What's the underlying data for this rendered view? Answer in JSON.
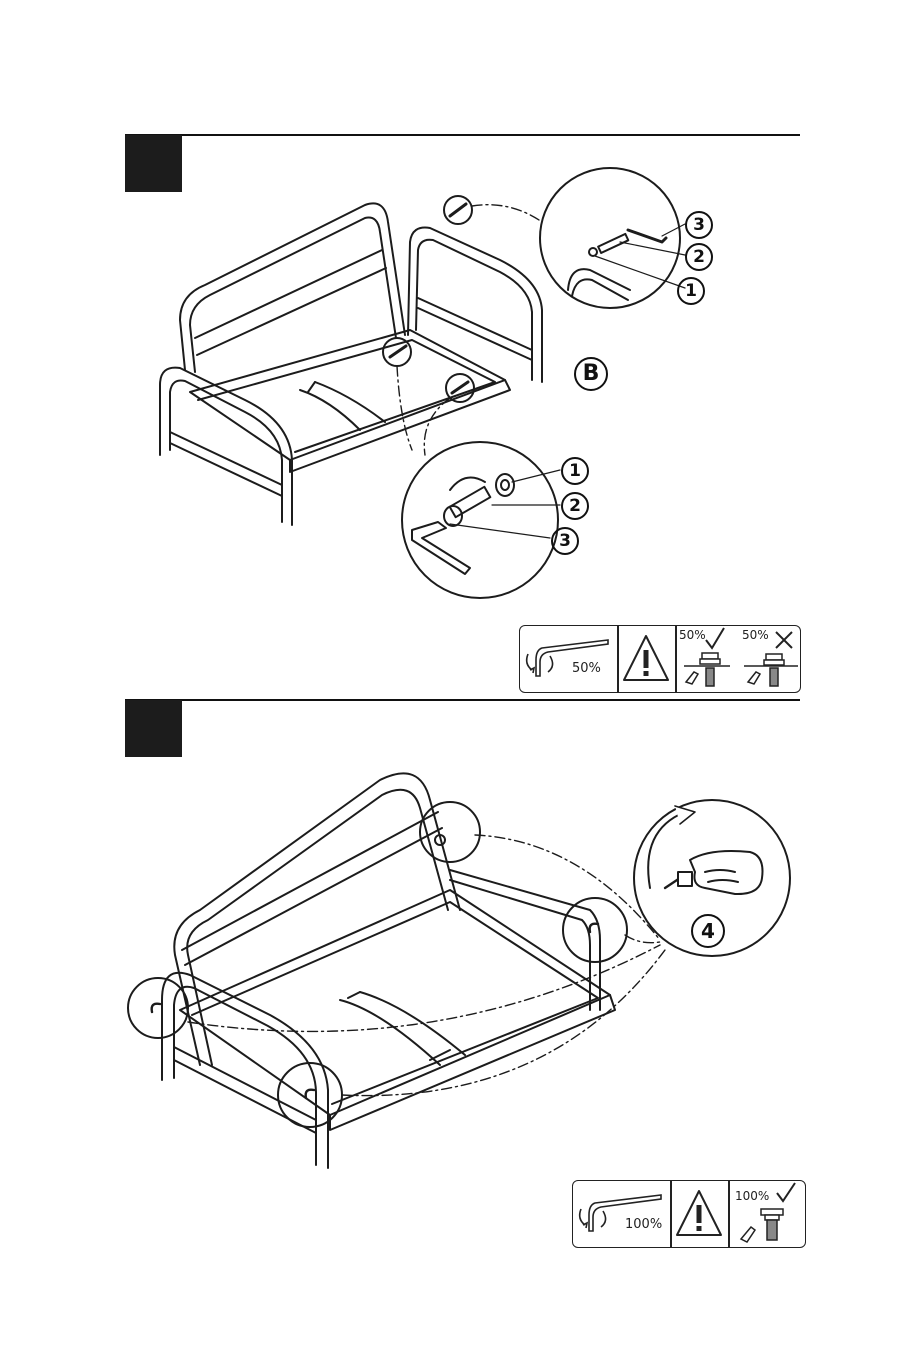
{
  "step_one": {
    "callouts_top_detail": [
      "3",
      "2",
      "1"
    ],
    "callout_part": "B",
    "callouts_bottom_detail": [
      "1",
      "2",
      "3"
    ],
    "tighten_percent": "50%",
    "check_label": "50%",
    "cross_label": "50%"
  },
  "step_two": {
    "callout_tool": "4",
    "tighten_percent": "100%",
    "check_label": "100%"
  },
  "colors": {
    "ink": "#1c1c1c",
    "paper": "#ffffff"
  },
  "icons": [
    "allen-key-icon",
    "warning-icon",
    "check-icon",
    "cross-icon",
    "hand-icon",
    "bolt-icon"
  ]
}
